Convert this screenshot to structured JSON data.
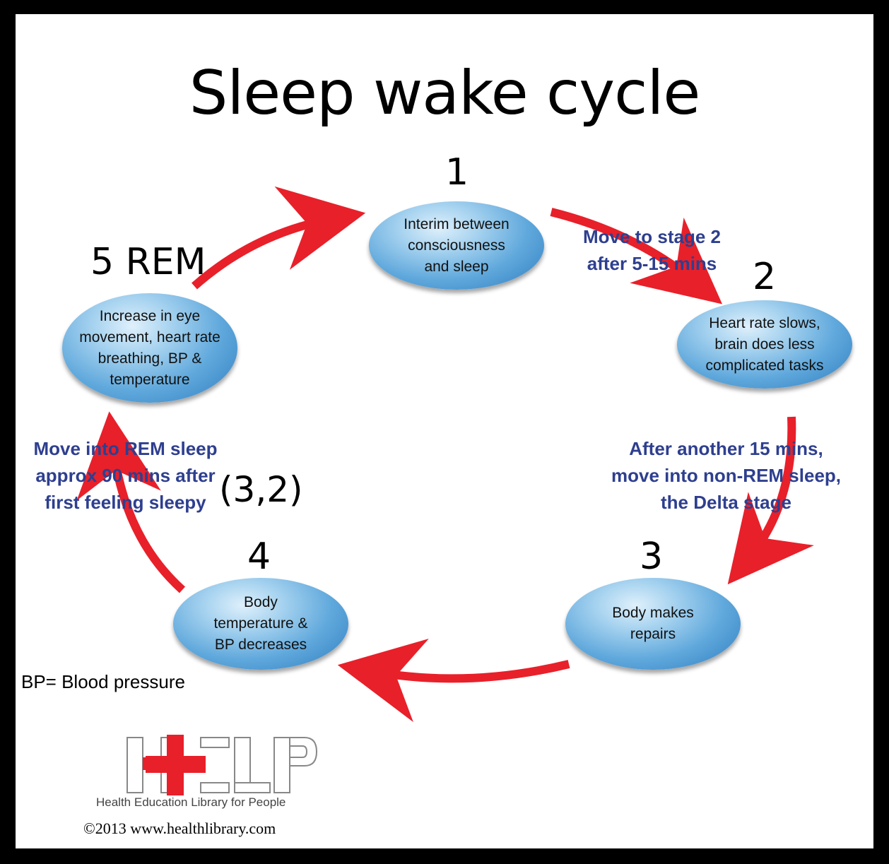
{
  "title": "Sleep wake cycle",
  "stages": [
    {
      "number": "1",
      "text": "Interim between consciousness and sleep",
      "lines": [
        "Interim between",
        "consciousness",
        "and sleep"
      ]
    },
    {
      "number": "2",
      "text": "Heart rate slows, brain does less complicated tasks",
      "lines": [
        "Heart rate slows,",
        "brain does less",
        "complicated tasks"
      ]
    },
    {
      "number": "3",
      "text": "Body makes repairs",
      "lines": [
        "Body makes",
        "repairs"
      ]
    },
    {
      "number": "4",
      "text": "Body temperature & BP decreases",
      "lines": [
        "Body",
        "temperature &",
        "BP decreases"
      ]
    },
    {
      "number": "5 REM",
      "text": "Increase in eye movement, heart rate breathing, BP & temperature",
      "lines": [
        "Increase in eye",
        "movement, heart rate",
        "breathing, BP &",
        "temperature"
      ]
    }
  ],
  "transitions": {
    "to_stage_2": [
      "Move to stage 2",
      "after 5-15 mins"
    ],
    "to_delta": [
      "After another 15 mins,",
      "move into non-REM sleep,",
      "the Delta stage"
    ],
    "to_rem": [
      "Move into REM sleep",
      "approx 90 mins after",
      "first feeling sleepy"
    ]
  },
  "cycle_note": "(3,2)",
  "legend": "BP= Blood pressure",
  "logo": {
    "text": "HELP",
    "tagline": "Health Education Library for People"
  },
  "copyright": "©2013 www.healthlibrary.com",
  "colors": {
    "arrow": "#e8202a",
    "note_text": "#2e3f8f",
    "oval": "#4a97d4",
    "background": "#ffffff",
    "frame": "#000000"
  }
}
